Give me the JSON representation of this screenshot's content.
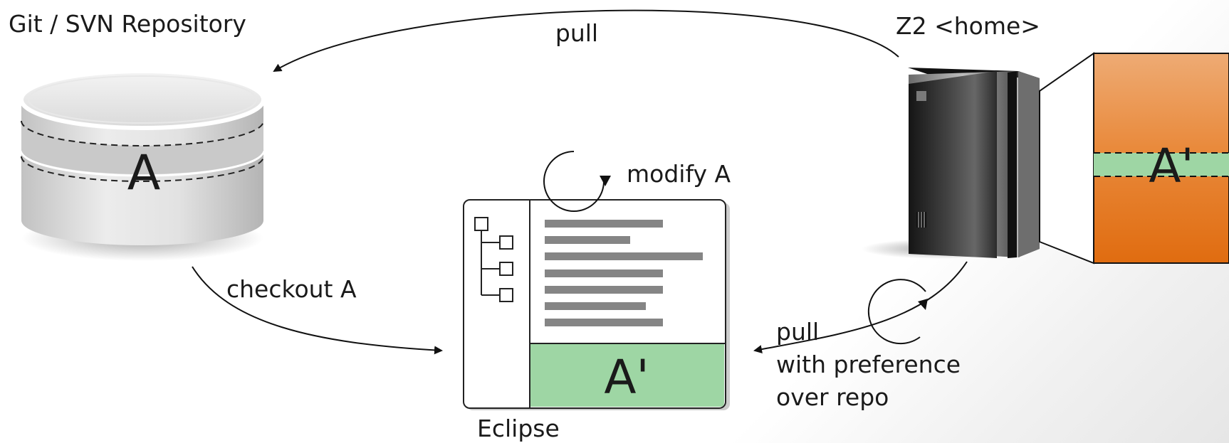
{
  "repository": {
    "title": "Git / SVN Repository",
    "item_label": "A"
  },
  "server": {
    "title": "Z2 <home>",
    "item_label": "A'"
  },
  "eclipse": {
    "title": "Eclipse",
    "item_label": "A'"
  },
  "flows": {
    "pull_top": "pull",
    "checkout": "checkout A",
    "modify": "modify A",
    "pull_bottom": [
      "pull",
      "with preference",
      "over repo"
    ]
  },
  "colors": {
    "highlight_green": "#9ed6a4",
    "repo_band": "#c9c9c9",
    "orange_top": "#eeab74",
    "orange_bottom": "#e06c10",
    "server_dark": "#2b2b2b"
  }
}
